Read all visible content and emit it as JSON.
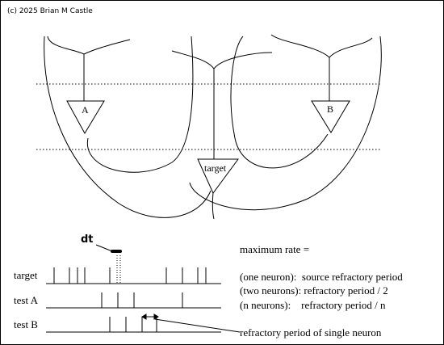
{
  "copyright": "(c) 2025 Brian M Castle",
  "neurons": {
    "a_label": "A",
    "b_label": "B",
    "target_label": "target"
  },
  "timing": {
    "dt_label": "dt",
    "row_labels": [
      "target",
      "test A",
      "test B"
    ]
  },
  "text": {
    "max_rate": "maximum rate =",
    "one_neuron": "(one neuron):  source refractory period",
    "two_neurons": "(two neurons): refractory period / 2",
    "n_neurons": "(n neurons):    refractory period / n",
    "refractory_note": "refractory period of single neuron"
  }
}
